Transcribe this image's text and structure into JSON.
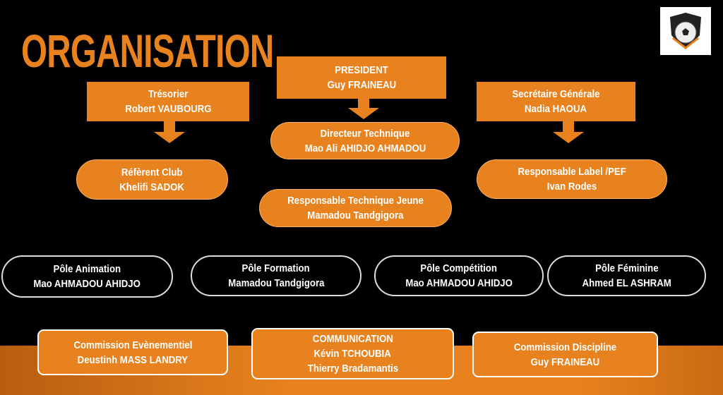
{
  "title": "ORGANISATION",
  "president": {
    "role": "PRESIDENT",
    "name": "Guy FRAINEAU"
  },
  "tresorier": {
    "role": "Trésorier",
    "name": "Robert VAUBOURG"
  },
  "secretaire": {
    "role": "Secrétaire Générale",
    "name": "Nadia HAOUA"
  },
  "directeur": {
    "role": "Directeur Technique",
    "name": "Mao Ali AHIDJO AHMADOU"
  },
  "referent": {
    "role": "Réfèrent Club",
    "name": "Khelifi SADOK"
  },
  "resp_jeune": {
    "role": "Responsable Technique Jeune",
    "name": "Mamadou Tandgigora"
  },
  "resp_label": {
    "role": "Responsable Label /PEF",
    "name": "Ivan Rodes"
  },
  "poles": [
    {
      "role": "Pôle Animation",
      "name": "Mao AHMADOU AHIDJO"
    },
    {
      "role": "Pôle Formation",
      "name": "Mamadou Tandgigora"
    },
    {
      "role": "Pôle Compétition",
      "name": "Mao AHMADOU AHIDJO"
    },
    {
      "role": "Pôle Féminine",
      "name": "Ahmed EL ASHRAM"
    }
  ],
  "commissions": [
    {
      "role": "Commission Evènementiel",
      "name": "Deustinh MASS LANDRY"
    },
    {
      "role": "COMMUNICATION",
      "name": "Kévin TCHOUBIA",
      "name2": "Thierry Bradamantis"
    },
    {
      "role": "Commission Discipline",
      "name": "Guy FRAINEAU"
    }
  ],
  "colors": {
    "accent": "#e8821e",
    "background": "#000000"
  }
}
